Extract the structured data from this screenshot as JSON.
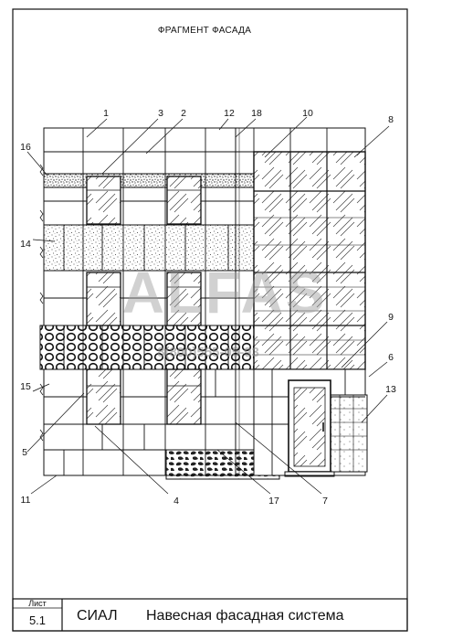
{
  "drawing_title": "ФРАГМЕНТ ФАСАДА",
  "callouts": [
    "1",
    "3",
    "2",
    "12",
    "18",
    "10",
    "8",
    "16",
    "14",
    "15",
    "9",
    "6",
    "13",
    "5",
    "11",
    "4",
    "17",
    "7"
  ],
  "watermark": {
    "logo": "ALFAS",
    "phone": "8(800)555-05-93"
  },
  "title_block": {
    "sheet_label": "Лист",
    "sheet_number": "5.1",
    "company": "СИАЛ",
    "project_name": "Навесная фасадная система"
  }
}
